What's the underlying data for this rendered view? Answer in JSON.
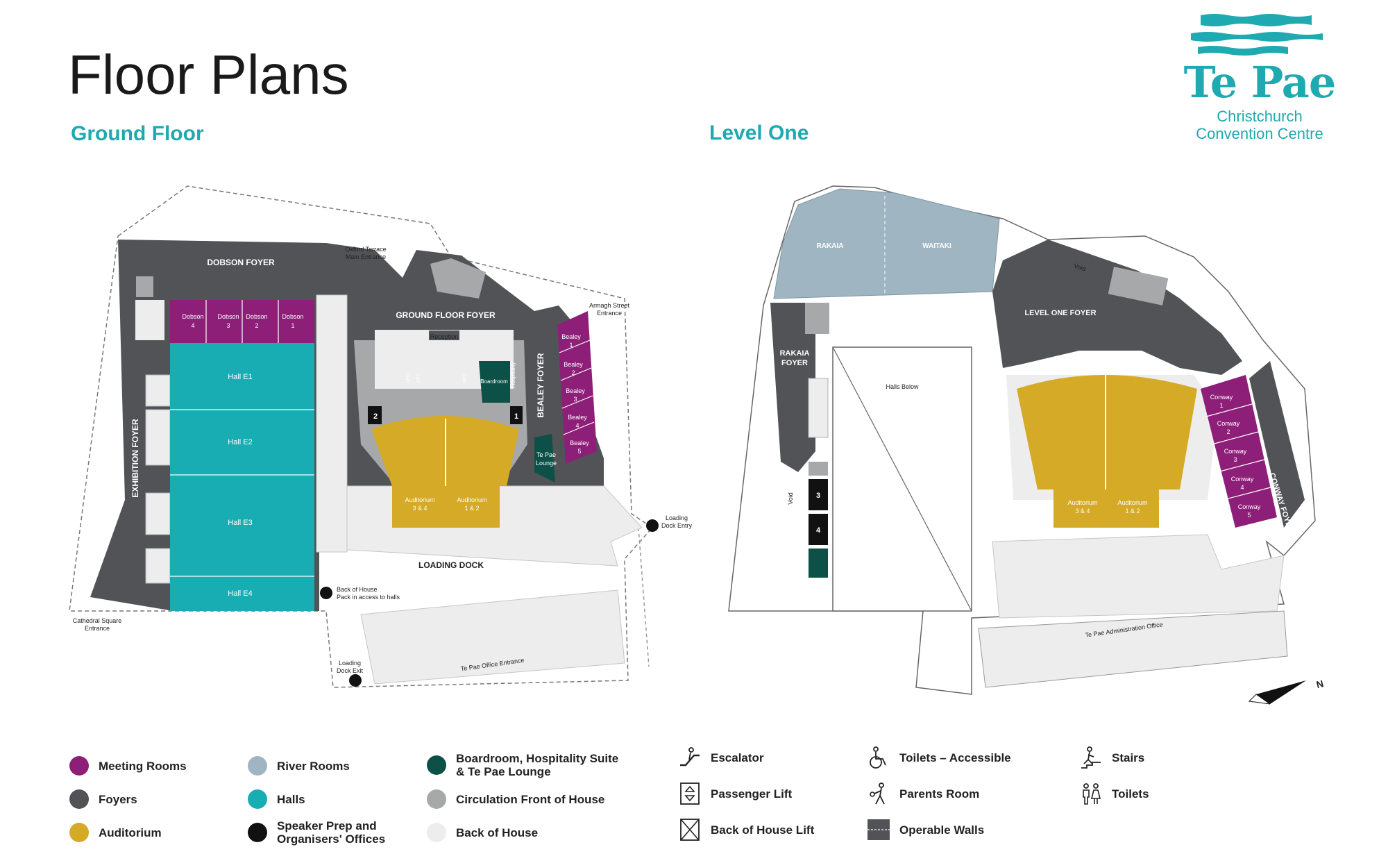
{
  "header": {
    "title": "Floor Plans"
  },
  "logo": {
    "name": "Te Pae",
    "line1": "Christchurch",
    "line2": "Convention Centre"
  },
  "floors": {
    "ground": {
      "heading": "Ground Floor",
      "labels": {
        "dobson_foyer": "DOBSON FOYER",
        "ground_floor_foyer": "GROUND FLOOR FOYER",
        "exhibition_foyer": "EXHIBITION FOYER",
        "bealey_foyer": "BEALEY FOYER",
        "loading_dock": "LOADING DOCK",
        "reception": "Reception",
        "boardroom": "Boardroom",
        "hospitality": "Hospitality",
        "te_pae_lounge_1": "Te Pae",
        "te_pae_lounge_2": "Lounge",
        "spo": "SPO",
        "sp1": "SP1",
        "sp2": "SP2",
        "oxford_1": "Oxford Terrace",
        "oxford_2": "Main Entrance",
        "armagh_1": "Armagh Street",
        "armagh_2": "Entrance",
        "cathedral_1": "Cathedral Square",
        "cathedral_2": "Entrance",
        "loading_entry_1": "Loading",
        "loading_entry_2": "Dock Entry",
        "loading_exit_1": "Loading",
        "loading_exit_2": "Dock Exit",
        "boh_1": "Back of House",
        "boh_2": "Pack in access to halls",
        "office_entrance": "Te Pae Office Entrance",
        "aud34_1": "Auditorium",
        "aud34_2": "3 & 4",
        "aud12_1": "Auditorium",
        "aud12_2": "1 & 2",
        "num1": "1",
        "num2": "2"
      },
      "dobson_rooms": [
        {
          "name": "Dobson",
          "num": "4"
        },
        {
          "name": "Dobson",
          "num": "3"
        },
        {
          "name": "Dobson",
          "num": "2"
        },
        {
          "name": "Dobson",
          "num": "1"
        }
      ],
      "halls": [
        "Hall E1",
        "Hall E2",
        "Hall E3",
        "Hall E4"
      ],
      "bealey_rooms": [
        {
          "name": "Bealey",
          "num": "1"
        },
        {
          "name": "Bealey",
          "num": "2"
        },
        {
          "name": "Bealey",
          "num": "3"
        },
        {
          "name": "Bealey",
          "num": "4"
        },
        {
          "name": "Bealey",
          "num": "5"
        }
      ]
    },
    "level_one": {
      "heading": "Level One",
      "labels": {
        "rakaia": "RAKAIA",
        "waitaki": "WAITAKI",
        "rakaia_foyer_1": "RAKAIA",
        "rakaia_foyer_2": "FOYER",
        "level_one_foyer": "LEVEL ONE FOYER",
        "conway_foyer": "CONWAY FOYER",
        "halls_below": "Halls Below",
        "void": "Void",
        "admin_office": "Te Pae Administration Office",
        "aud34_1": "Auditorium",
        "aud34_2": "3 & 4",
        "aud12_1": "Auditorium",
        "aud12_2": "1 & 2",
        "num3": "3",
        "num4": "4",
        "compass_n": "N"
      },
      "conway_rooms": [
        {
          "name": "Conway",
          "num": "1"
        },
        {
          "name": "Conway",
          "num": "2"
        },
        {
          "name": "Conway",
          "num": "3"
        },
        {
          "name": "Conway",
          "num": "4"
        },
        {
          "name": "Conway",
          "num": "5"
        }
      ]
    }
  },
  "legend": {
    "colors": [
      {
        "label": "Meeting Rooms",
        "color": "#8e1f78"
      },
      {
        "label": "Foyers",
        "color": "#515356"
      },
      {
        "label": "Auditorium",
        "color": "#d4aa26"
      },
      {
        "label": "River Rooms",
        "color": "#9fb6c2"
      },
      {
        "label": "Halls",
        "color": "#18adb2"
      },
      {
        "label_1": "Speaker Prep and",
        "label_2": "Organisers' Offices",
        "color": "#111111"
      },
      {
        "label_1": "Boardroom, Hospitality Suite",
        "label_2": "& Te Pae Lounge",
        "color": "#0c5047"
      },
      {
        "label": "Circulation Front of House",
        "color": "#a7a8aa"
      },
      {
        "label": "Back of House",
        "color": "#ededed"
      }
    ],
    "symbols": [
      {
        "label": "Escalator",
        "icon": "escalator-icon"
      },
      {
        "label": "Passenger Lift",
        "icon": "passenger-lift-icon"
      },
      {
        "label": "Back of House Lift",
        "icon": "back-of-house-lift-icon"
      },
      {
        "label": "Toilets – Accessible",
        "icon": "accessible-toilet-icon"
      },
      {
        "label": "Parents Room",
        "icon": "parents-room-icon"
      },
      {
        "label": "Operable Walls",
        "icon": "operable-walls-icon"
      },
      {
        "label": "Stairs",
        "icon": "stairs-icon"
      },
      {
        "label": "Toilets",
        "icon": "toilets-icon"
      }
    ]
  }
}
